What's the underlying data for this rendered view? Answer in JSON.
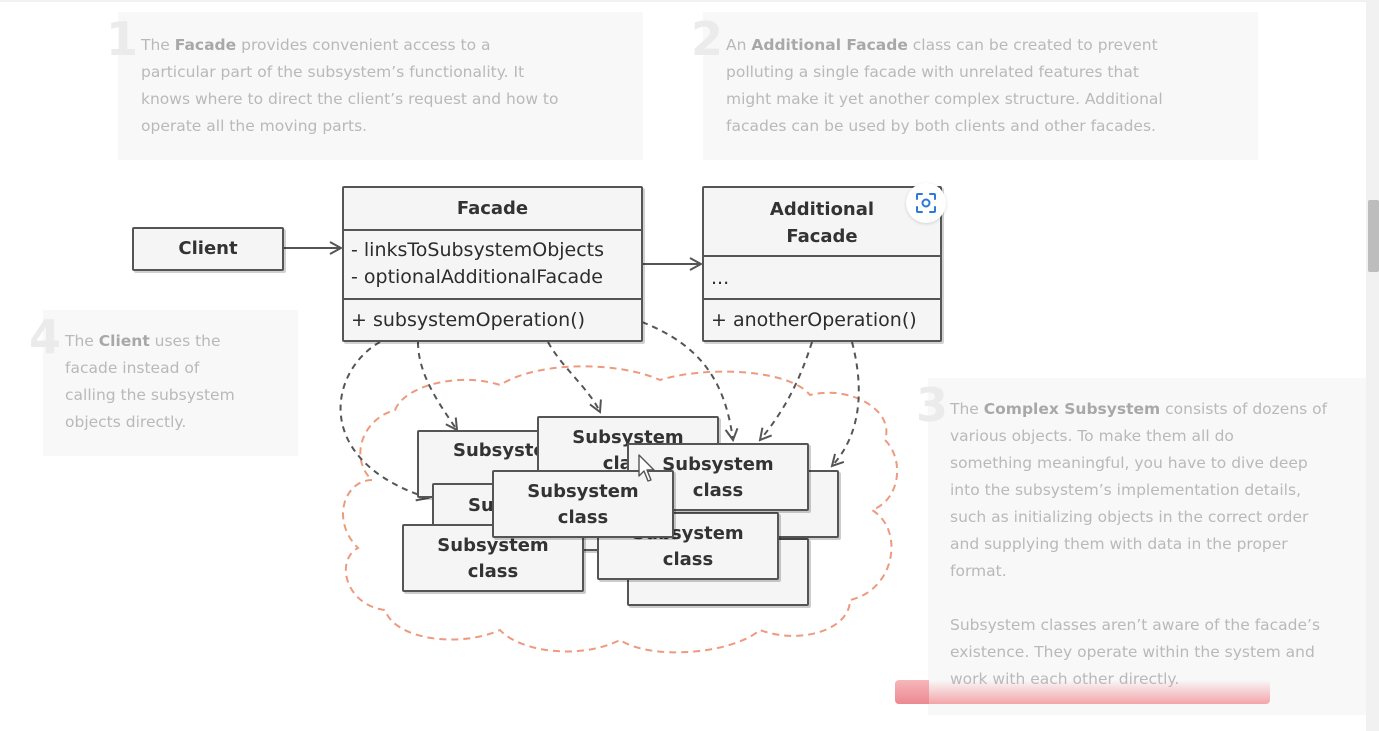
{
  "notes": {
    "n1": {
      "number": "1",
      "lines": [
        [
          "The ",
          "Facade",
          " provides convenient access to a"
        ],
        [
          "particular part of the subsystem’s functionality. It"
        ],
        [
          "knows where to direct the client’s request and how to"
        ],
        [
          "operate all the moving parts."
        ]
      ]
    },
    "n2": {
      "number": "2",
      "lines": [
        [
          "An ",
          "Additional Facade",
          " class can be created to prevent"
        ],
        [
          "polluting a single facade with unrelated features that"
        ],
        [
          "might make it yet another complex structure. Additional"
        ],
        [
          "facades can be used by both clients and other facades."
        ]
      ]
    },
    "n3": {
      "number": "3",
      "lines": [
        [
          "The ",
          "Complex Subsystem",
          " consists of dozens of"
        ],
        [
          "various objects. To make them all do"
        ],
        [
          "something meaningful, you have to dive deep"
        ],
        [
          "into the subsystem’s implementation details,"
        ],
        [
          "such as initializing objects in the correct order"
        ],
        [
          "and supplying them with data in the proper"
        ],
        [
          "format."
        ],
        [
          ""
        ],
        [
          "Subsystem classes aren’t aware of the facade’s"
        ],
        [
          "existence. They operate within the system and"
        ],
        [
          "work with each other directly."
        ]
      ]
    },
    "n4": {
      "number": "4",
      "lines": [
        [
          "The ",
          "Client",
          " uses the"
        ],
        [
          "facade instead of"
        ],
        [
          "calling the subsystem"
        ],
        [
          "objects directly."
        ]
      ]
    }
  },
  "diagram": {
    "client": "Client",
    "facade": {
      "title": "Facade",
      "fields": [
        "- linksToSubsystemObjects",
        "- optionalAdditionalFacade"
      ],
      "methods": [
        "+ subsystemOperation()"
      ]
    },
    "additional_facade": {
      "title_line1": "Additional",
      "title_line2": "Facade",
      "fields": [
        "..."
      ],
      "methods": [
        "+ anotherOperation()"
      ]
    },
    "subsystem_label_line1": "Subsystem",
    "subsystem_label_line2": "class",
    "cloud_color": "#ee9a7f",
    "line_color": "#555555"
  },
  "ui": {
    "lens_icon": "visual-search-lens-icon",
    "cursor_icon": "mouse-pointer-icon",
    "accent_blue": "#2b7bd6"
  }
}
